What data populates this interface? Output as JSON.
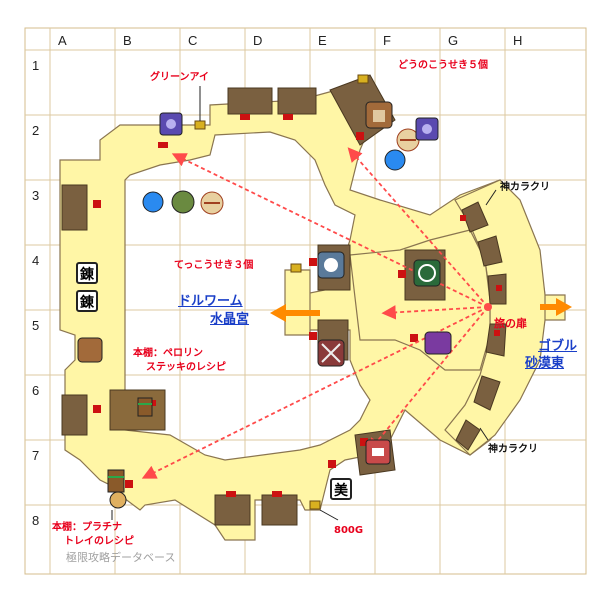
{
  "columns": [
    "A",
    "B",
    "C",
    "D",
    "E",
    "F",
    "G",
    "H"
  ],
  "rows": [
    "1",
    "2",
    "3",
    "4",
    "5",
    "6",
    "7",
    "8"
  ],
  "labels": {
    "green_eye": "グリーンアイ",
    "copper_stone5": "どうのこうせき５個",
    "iron_stone3": "てっこうせき３個",
    "karakuri_top": "神カラクリ",
    "karakuri_bottom": "神カラクリ",
    "dwarm_1": "ドルワーム",
    "dwarm_2": "水晶宮",
    "gobble_1": "ゴブル",
    "gobble_2": "砂漠東",
    "tabi_door": "旅の扉",
    "shelf_1_a": "本棚：ペロリン",
    "shelf_1_b": "ステッキのレシピ",
    "shelf_2_a": "本棚：プラチナ",
    "shelf_2_b": "トレイのレシピ",
    "gold": "800G",
    "watermark": "極限攻略データベース"
  },
  "kanji_marks": {
    "ren_1": "錬",
    "ren_2": "錬",
    "bi": "美"
  },
  "colors": {
    "floor": "#fff6a6",
    "grid": "#dcc9a0",
    "room": "#7a6040",
    "door": "#cc1111",
    "arrow_red": "#ff4a4a",
    "arrow_orange": "#ff8a00",
    "label_red": "#e8001c",
    "link_blue": "#1a3fc8"
  },
  "icons": [
    "armor-shop-icon",
    "item-shop-icon",
    "magic-shop-icon",
    "scale-icon",
    "blue-crystal-icon",
    "weapon-icon",
    "church-icon",
    "kaiju-icon",
    "treasure-chest-icon",
    "bookshelf-icon",
    "wood-shop-icon"
  ]
}
